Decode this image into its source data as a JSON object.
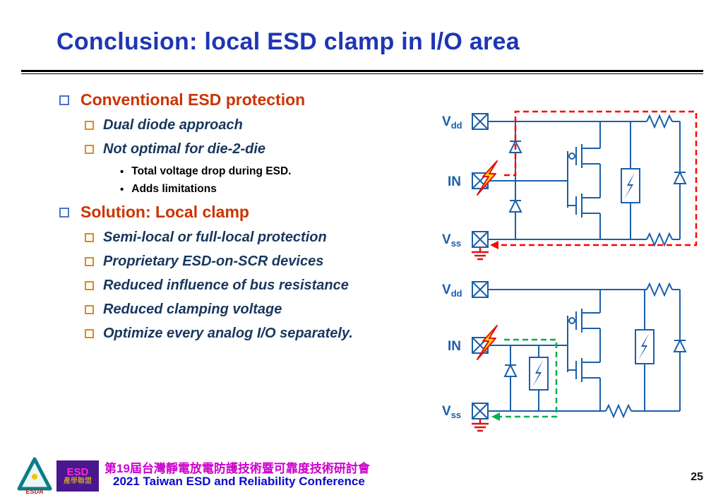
{
  "title": "Conclusion: local ESD clamp in I/O area",
  "bullets": [
    {
      "level": 1,
      "text": "Conventional ESD protection"
    },
    {
      "level": 2,
      "text": "Dual diode approach"
    },
    {
      "level": 2,
      "text": "Not optimal for die-2-die"
    },
    {
      "level": 3,
      "text": "Total voltage drop during ESD."
    },
    {
      "level": 3,
      "text": "Adds limitations"
    },
    {
      "level": 1,
      "text": "Solution: Local clamp"
    },
    {
      "level": 2,
      "text": "Semi-local or full-local protection"
    },
    {
      "level": 2,
      "text": "Proprietary ESD-on-SCR devices"
    },
    {
      "level": 2,
      "text": "Reduced influence of bus resistance"
    },
    {
      "level": 2,
      "text": "Reduced clamping voltage"
    },
    {
      "level": 2,
      "text": "Optimize every analog I/O separately."
    }
  ],
  "diagram_labels": {
    "v": "V",
    "dd": "dd",
    "ss": "ss",
    "in": "IN"
  },
  "footer": {
    "esda_label": "ESDA",
    "esd_box_title": "ESD",
    "esd_box_sub": "產學聯盟",
    "line_zh": "第19屆台灣靜電放電防護技術暨可靠度技術研討會",
    "line_en": "2021 Taiwan ESD and Reliability Conference"
  },
  "page_number": "25",
  "colors": {
    "title_blue": "#1e36b4",
    "heading_orange": "#cc3300",
    "body_navy": "#17375e",
    "circuit_blue": "#1b5faa",
    "esd_path_red": "#ff0000",
    "esd_path_green": "#00b050",
    "lightning_yellow": "#ffd400",
    "logo_purple": "#49188f"
  }
}
